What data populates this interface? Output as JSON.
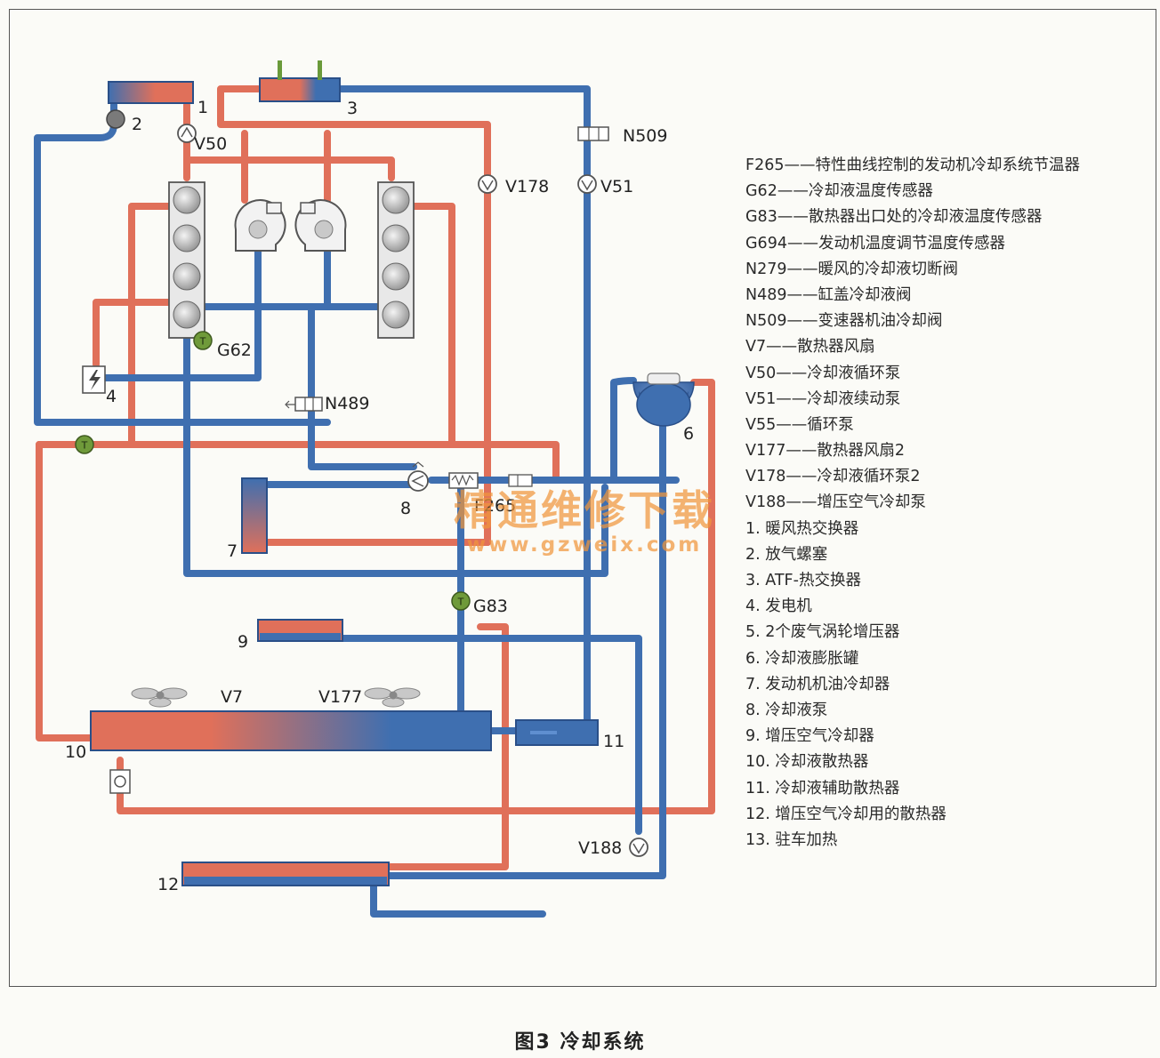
{
  "labels": {
    "l1": "1",
    "l2": "2",
    "l3": "3",
    "l4": "4",
    "l6": "6",
    "l7": "7",
    "l8": "8",
    "l9": "9",
    "l10": "10",
    "l11": "11",
    "l12": "12",
    "v50": "V50",
    "v178": "V178",
    "v51": "V51",
    "n509": "N509",
    "g62": "G62",
    "n489": "N489",
    "f265": "F265",
    "g83": "G83",
    "v7": "V7",
    "v177": "V177",
    "v188": "V188"
  },
  "legend": [
    "F265——特性曲线控制的发动机冷却系统节温器",
    "G62——冷却液温度传感器",
    "G83——散热器出口处的冷却液温度传感器",
    "G694——发动机温度调节温度传感器",
    "N279——暖风的冷却液切断阀",
    "N489——缸盖冷却液阀",
    "N509——变速器机油冷却阀",
    "V7——散热器风扇",
    "V50——冷却液循环泵",
    "V51——冷却液续动泵",
    "V55——循环泵",
    "V177——散热器风扇2",
    "V178——冷却液循环泵2",
    "V188——增压空气冷却泵",
    "1. 暖风热交换器",
    "2. 放气螺塞",
    "3. ATF-热交换器",
    "4. 发电机",
    "5. 2个废气涡轮增压器",
    "6. 冷却液膨胀罐",
    "7. 发动机机油冷却器",
    "8. 冷却液泵",
    "9. 增压空气冷却器",
    "10. 冷却液散热器",
    "11. 冷却液辅助散热器",
    "12. 增压空气冷却用的散热器",
    "13. 驻车加热"
  ],
  "watermark": {
    "main": "精通维修下载",
    "url": "www.gzweix.com"
  },
  "caption": "图3  冷却系统",
  "colors": {
    "hot": "#e0705a",
    "cold": "#3f6fb0",
    "sensor": "#6f9a3a",
    "watermark": "#f0963c"
  },
  "icons": {
    "pump": "pump-icon",
    "sensor": "temperature-sensor-icon",
    "valve": "solenoid-valve-icon",
    "fan": "fan-icon",
    "alternator": "lightning-icon",
    "turbo": "turbocharger-icon"
  }
}
